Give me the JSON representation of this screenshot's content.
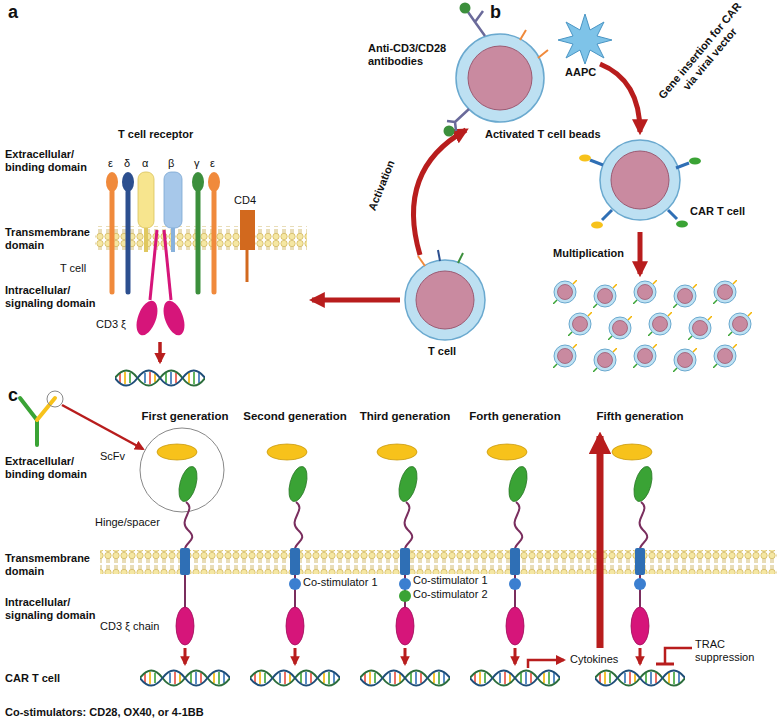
{
  "diagram": {
    "labels": [
      "a",
      "b",
      "T cell receptor",
      "Extracellular/ binding domain",
      "ε",
      "δ",
      "α",
      "β",
      "γ",
      "ε",
      "CD4",
      "Transmembrane domain",
      "T cell",
      "Intracellular/ signaling domain",
      "CD3 ξ",
      "Anti-CD3/CD28 antibodies",
      "AAPC",
      "Gene insertion for CAR via viral vector",
      "Activation",
      "Activated T cell beads",
      "CAR T cell",
      "Multiplication",
      "T cell",
      "c",
      "First generation",
      "Second generation",
      "Third generation",
      "Forth generation",
      "Fifth generation",
      "ScFv",
      "Extracellular/ binding domain",
      "Hinge/spacer",
      "Transmembrane domain",
      "Co-stimulator 1",
      "Co-stimulator 1",
      "Co-stimulator 2",
      "Intracellular/ signaling domain",
      "CD3 ξ chain",
      "Cytokines",
      "TRAC suppression",
      "CAR T cell",
      "Co-stimulators: CD28, OX40, or 4-1BB"
    ]
  }
}
